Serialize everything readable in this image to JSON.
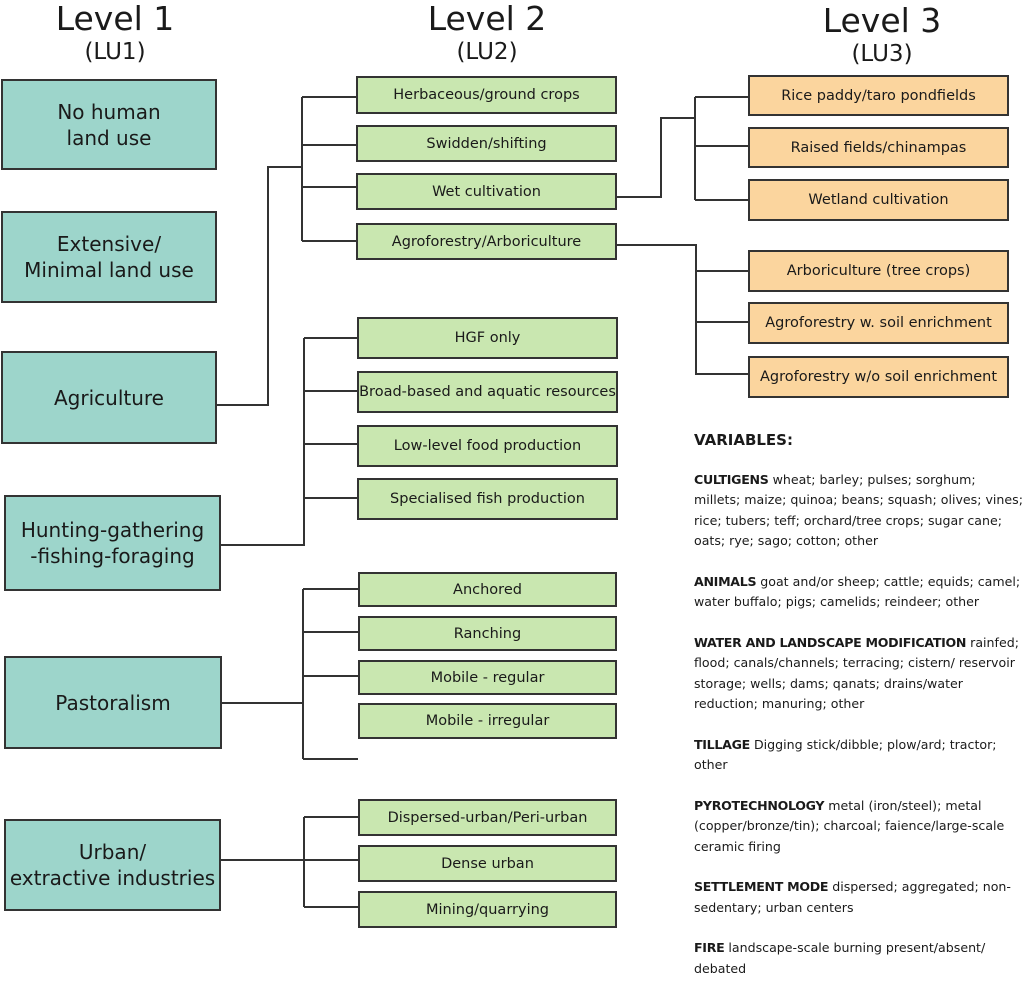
{
  "headers": [
    {
      "title": "Level 1",
      "subtitle": "(LU1)"
    },
    {
      "title": "Level 2",
      "subtitle": "(LU2)"
    },
    {
      "title": "Level 3",
      "subtitle": "(LU3)"
    }
  ],
  "level1": [
    {
      "id": "no-human",
      "label": "No human\nland use"
    },
    {
      "id": "extensive",
      "label": "Extensive/\nMinimal land use"
    },
    {
      "id": "agriculture",
      "label": "Agriculture"
    },
    {
      "id": "hgf",
      "label": "Hunting-gathering\n-fishing-foraging"
    },
    {
      "id": "pastoralism",
      "label": "Pastoralism"
    },
    {
      "id": "urban",
      "label": "Urban/\nextractive industries"
    }
  ],
  "level2": {
    "agriculture": [
      "Herbaceous/ground crops",
      "Swidden/shifting",
      "Wet cultivation",
      "Agroforestry/Arboriculture"
    ],
    "hgf": [
      "HGF only",
      "Broad-based and aquatic resources",
      "Low-level food production",
      "Specialised fish production"
    ],
    "pastoralism": [
      "Anchored",
      "Ranching",
      "Mobile - regular",
      "Mobile - irregular"
    ],
    "urban": [
      "Dispersed-urban/Peri-urban",
      "Dense urban",
      "Mining/quarrying"
    ]
  },
  "level3": {
    "wet_cultivation": [
      "Rice paddy/taro pondfields",
      "Raised fields/chinampas",
      "Wetland cultivation"
    ],
    "agroforestry": [
      "Arboriculture (tree crops)",
      "Agroforestry w. soil enrichment",
      "Agroforestry w/o soil enrichment"
    ]
  },
  "variables": {
    "title": "VARIABLES:",
    "groups": [
      {
        "key": "CULTIGENS",
        "text": "wheat; barley; pulses; sorghum; millets; maize; quinoa; beans; squash; olives; vines; rice; tubers; teff; orchard/tree crops; sugar cane; oats; rye; sago; cotton; other"
      },
      {
        "key": "ANIMALS",
        "text": "goat and/or sheep; cattle; equids; camel; water buffalo; pigs; camelids; reindeer; other"
      },
      {
        "key": "WATER AND LANDSCAPE MODIFICATION",
        "text": "rainfed; flood; canals/channels; terracing; cistern/ reservoir storage; wells; dams; qanats; drains/water reduction; manuring;  other"
      },
      {
        "key": "TILLAGE",
        "text": "Digging stick/dibble; plow/ard; tractor; other"
      },
      {
        "key": "PYROTECHNOLOGY",
        "text": "metal  (iron/steel); metal (copper/bronze/tin); charcoal; faience/large-scale ceramic firing"
      },
      {
        "key": "SETTLEMENT MODE",
        "text": "dispersed; aggregated; non-sedentary; urban centers"
      },
      {
        "key": "FIRE",
        "text": "landscape-scale burning present/absent/ debated"
      }
    ]
  },
  "colors": {
    "level1": "#9dd5cb",
    "level2": "#c9e7b0",
    "level3": "#fbd59e",
    "line": "#333333"
  }
}
